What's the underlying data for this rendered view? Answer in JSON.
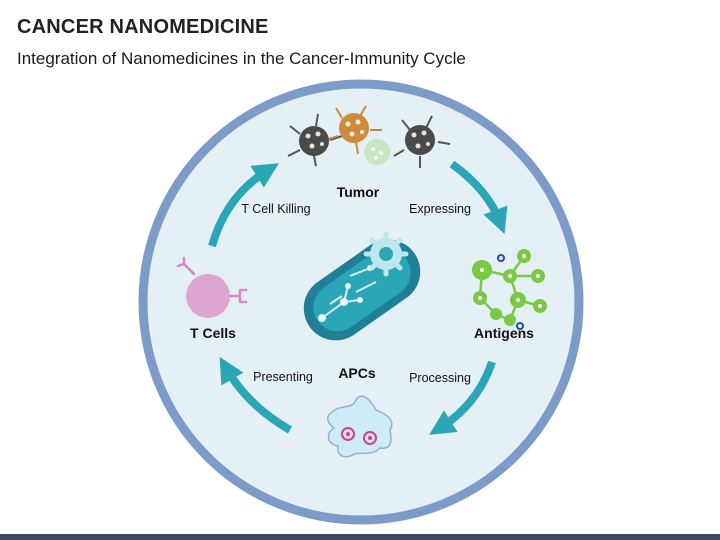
{
  "header": {
    "title": "CANCER NANOMEDICINE",
    "subtitle": "Integration of Nanomedicines in the Cancer-Immunity Cycle"
  },
  "cycle": {
    "center": "APCs",
    "nodes": {
      "tumor": "Tumor",
      "antigens": "Antigens",
      "tcells": "T Cells"
    },
    "steps": {
      "expressing": "Expressing",
      "processing": "Processing",
      "presenting": "Presenting",
      "killing": "T Cell Killing"
    }
  },
  "colors": {
    "ring": "#7d9bc8",
    "fill": "#e4f0f6",
    "arrow": "#2aa6b7",
    "antigen": "#7ac943",
    "tcell": "#e0a6d3",
    "apc": "#cfeaf8",
    "footer": "#3b4a5e"
  }
}
